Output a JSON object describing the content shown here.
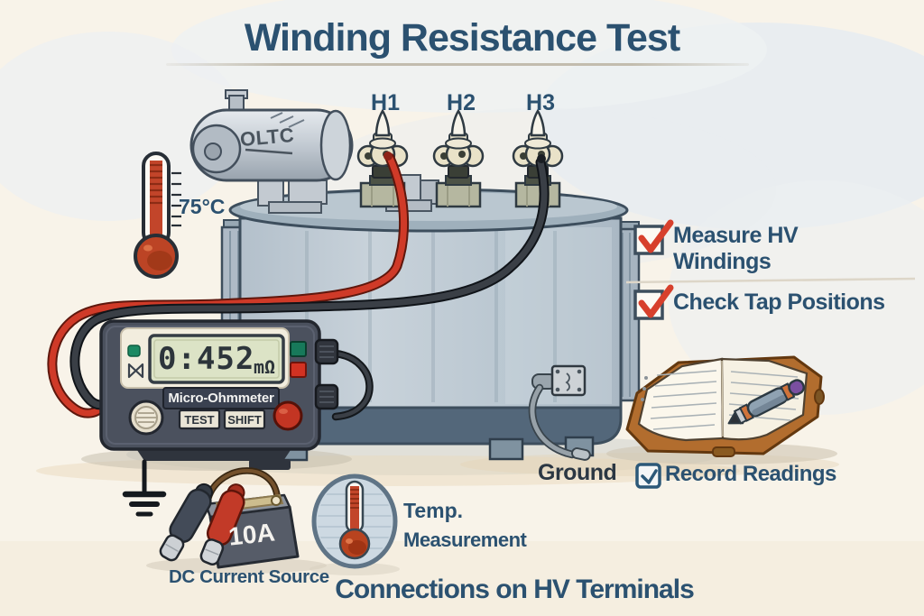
{
  "title": "Winding Resistance Test",
  "footer": "Connections on HV Terminals",
  "colors": {
    "heading_blue": "#2b5170",
    "check_red": "#d7402c",
    "lead_red": "#cf3a28",
    "lead_black": "#33383f",
    "lcd_green": "#dce3c6",
    "tank_gray": "#bfcbd5",
    "notebook_brown": "#b26d2e"
  },
  "oltc": {
    "label": "OLTC"
  },
  "thermometer": {
    "reading": "75°C"
  },
  "terminals": [
    {
      "label": "H1"
    },
    {
      "label": "H2"
    },
    {
      "label": "H3"
    }
  ],
  "meter": {
    "name": "Micro-Ohmmeter",
    "display_value": "0:452",
    "display_unit": "mΩ",
    "buttons": [
      {
        "label": "TEST"
      },
      {
        "label": "SHIFT"
      }
    ]
  },
  "checklist": {
    "items": [
      {
        "label": "Measure HV Windings",
        "checked": true
      },
      {
        "label": "Check Tap Positions",
        "checked": true
      }
    ]
  },
  "ground": {
    "label": "Ground"
  },
  "record": {
    "label": "Record Readings"
  },
  "dc_source": {
    "label": "DC Current Source",
    "rating": "10A"
  },
  "temp_measurement": {
    "line1": "Temp.",
    "line2": "Measurement"
  }
}
